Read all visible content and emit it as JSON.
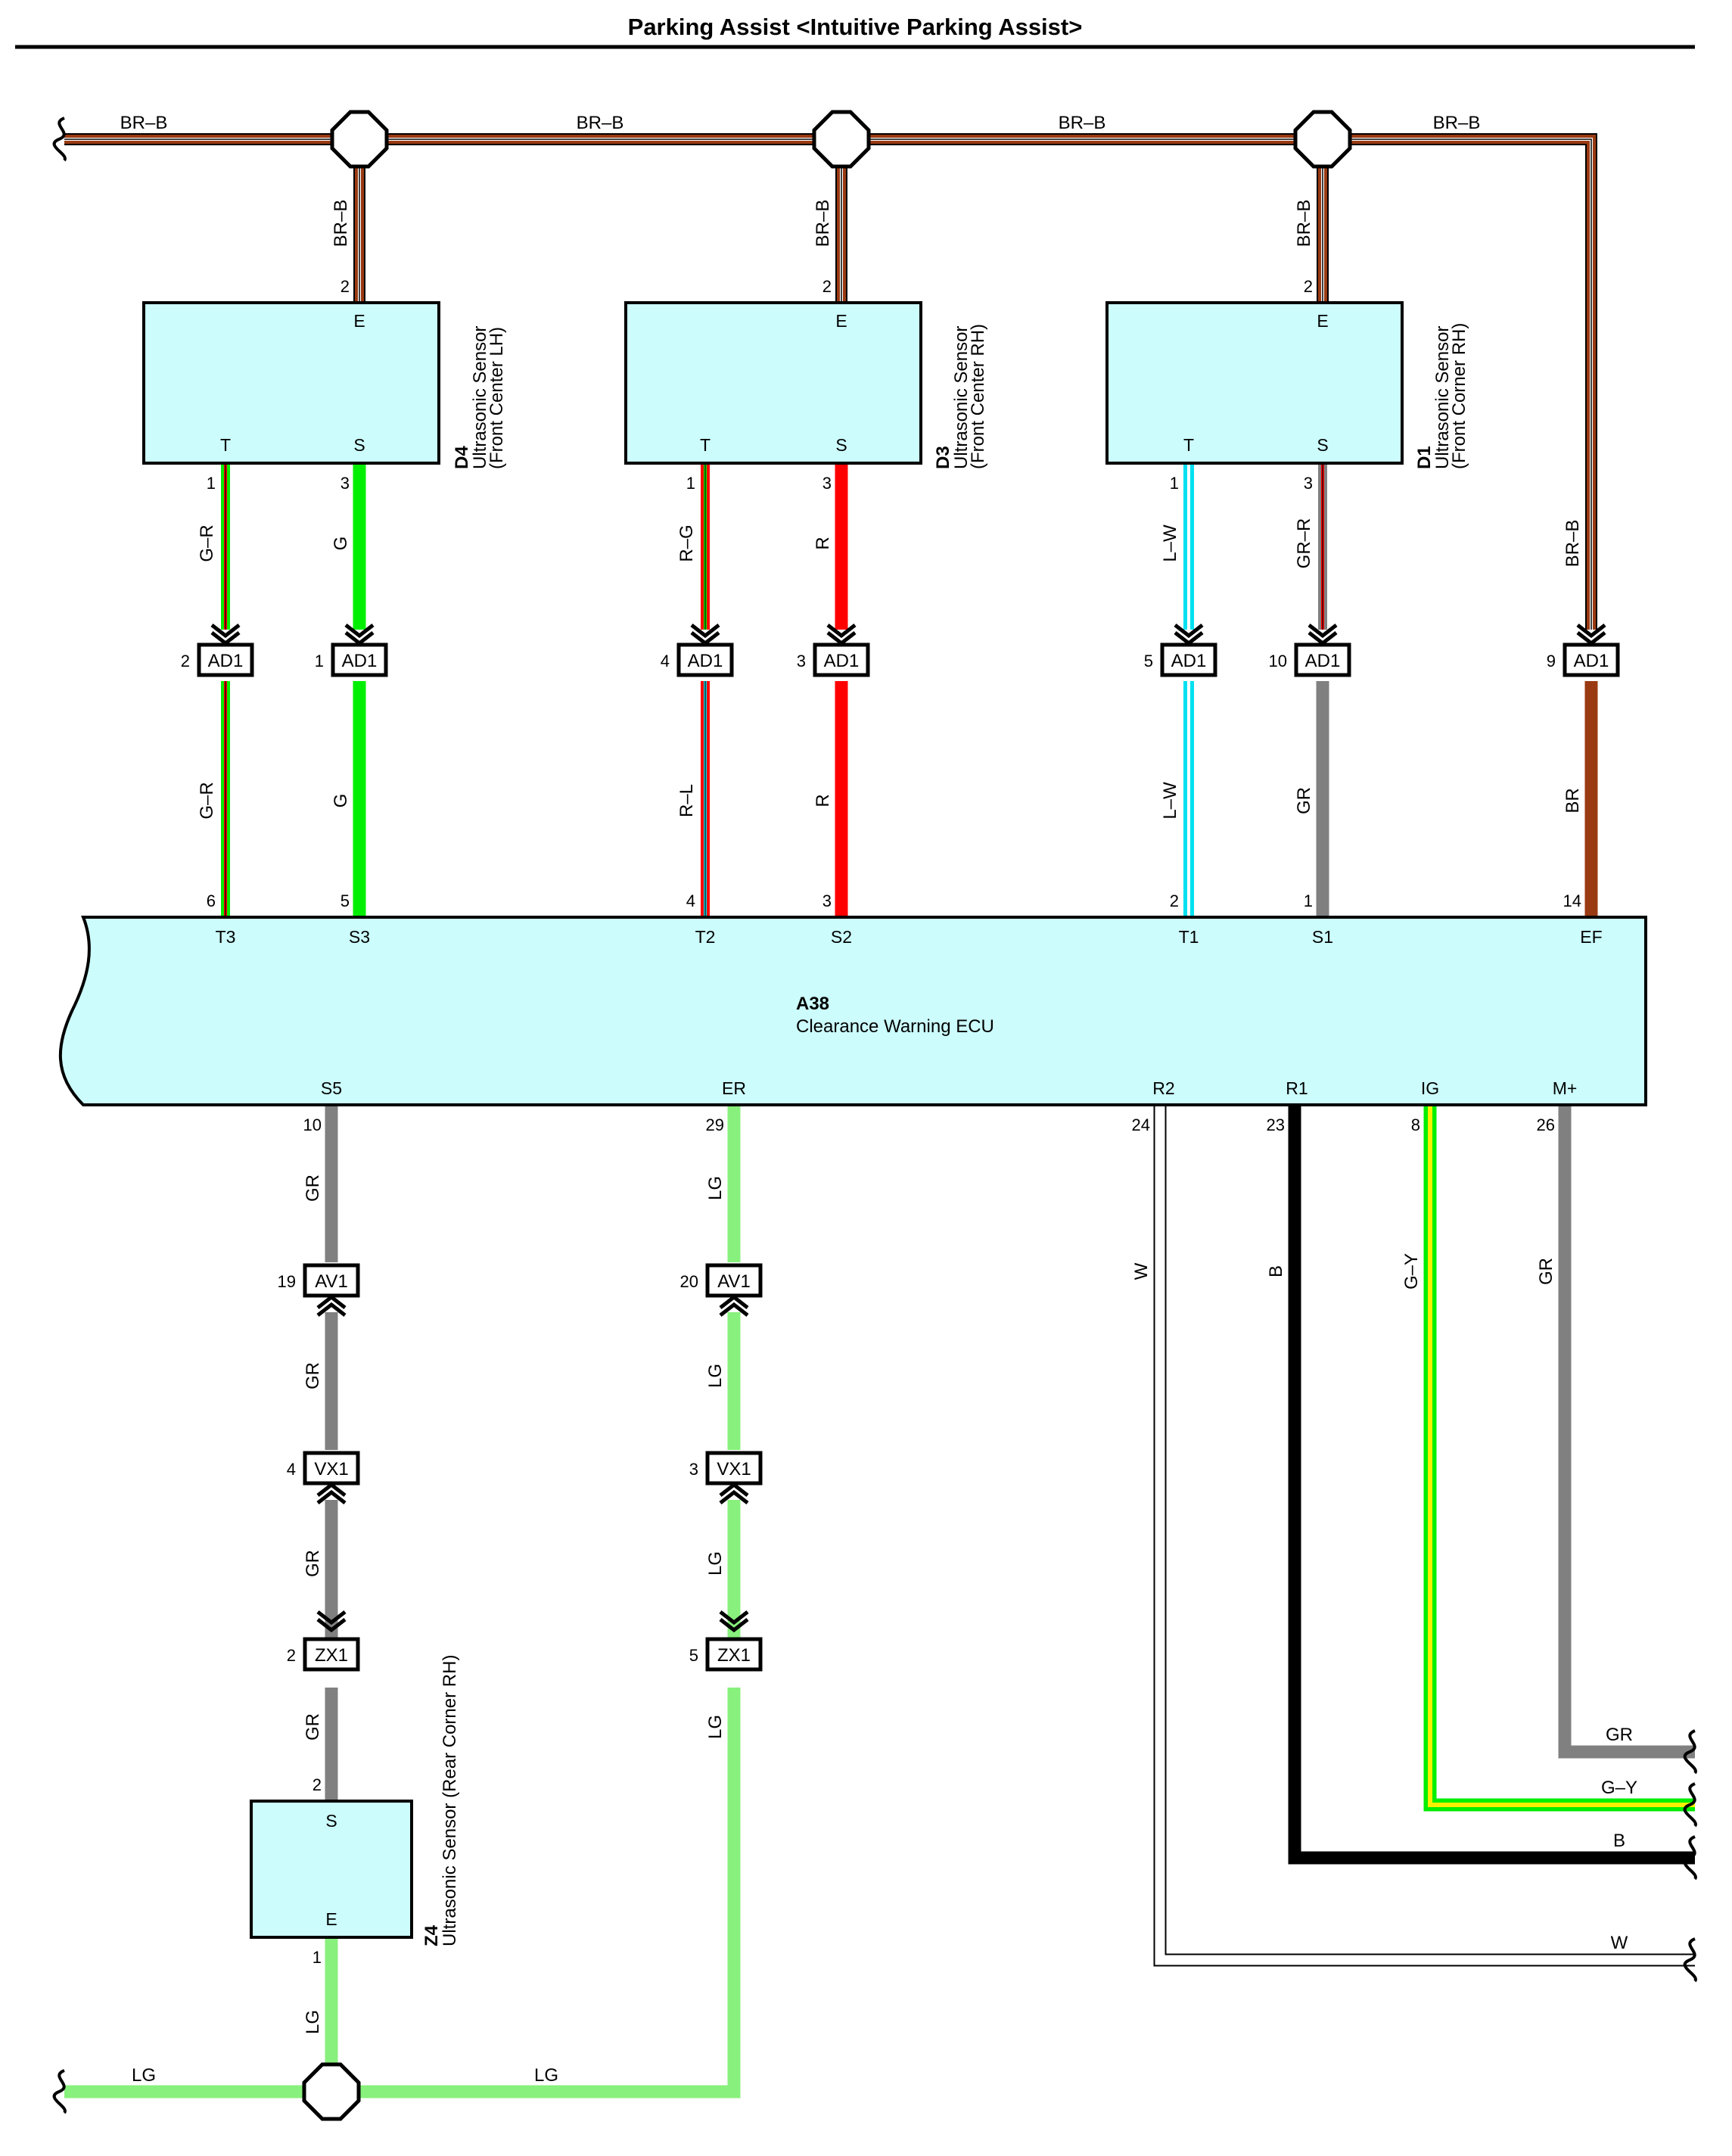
{
  "title": "Parking Assist <Intuitive Parking Assist>",
  "wire_colors": {
    "BR": "#9a3a12",
    "B": "#000000",
    "R": "#ff0000",
    "G": "#00ee00",
    "LG": "#88f07c",
    "GR": "#808080",
    "L": "#00e0f0",
    "W": "#ffffff",
    "Y": "#f8f000"
  },
  "box_fill": "#ccfcfc",
  "components": {
    "d4": {
      "id": "D4",
      "name_line1": "Ultrasonic Sensor",
      "name_line2": "(Front Center LH)",
      "term_e": "E",
      "term_t": "T",
      "term_s": "S"
    },
    "d3": {
      "id": "D3",
      "name_line1": "Ultrasonic Sensor",
      "name_line2": "(Front Center RH)",
      "term_e": "E",
      "term_t": "T",
      "term_s": "S"
    },
    "d1": {
      "id": "D1",
      "name_line1": "Ultrasonic Sensor",
      "name_line2": "(Front Corner RH)",
      "term_e": "E",
      "term_t": "T",
      "term_s": "S"
    },
    "z4": {
      "id": "Z4",
      "name": "Ultrasonic Sensor (Rear Corner RH)",
      "term_s": "S",
      "term_e": "E"
    },
    "a38": {
      "id": "A38",
      "name": "Clearance Warning ECU",
      "top_terms": [
        "T3",
        "S3",
        "T2",
        "S2",
        "T1",
        "S1",
        "EF"
      ],
      "bottom_terms": [
        "S5",
        "ER",
        "R2",
        "R1",
        "IG",
        "M+"
      ]
    }
  },
  "wire_labels": {
    "br_b": "BR–B",
    "g_r": "G–R",
    "g": "G",
    "r_g": "R–G",
    "r": "R",
    "l_w": "L–W",
    "gr_r": "GR–R",
    "r_l": "R–L",
    "gr": "GR",
    "br": "BR",
    "lg": "LG",
    "w": "W",
    "b": "B",
    "g_y": "G–Y"
  },
  "connectors": {
    "ad1": "AD1",
    "av1": "AV1",
    "vx1": "VX1",
    "zx1": "ZX1"
  },
  "pins": {
    "d4_e": "2",
    "d4_t": "1",
    "d4_s": "3",
    "d3_e": "2",
    "d3_t": "1",
    "d3_s": "3",
    "d1_e": "2",
    "d1_t": "1",
    "d1_s": "3",
    "ad1_1": "2",
    "ad1_2": "1",
    "ad1_3": "4",
    "ad1_4": "3",
    "ad1_5": "5",
    "ad1_6": "10",
    "ad1_7": "9",
    "a38_t3": "6",
    "a38_s3": "5",
    "a38_t2": "4",
    "a38_s2": "3",
    "a38_t1": "2",
    "a38_s1": "1",
    "a38_ef": "14",
    "a38_s5": "10",
    "a38_er": "29",
    "a38_r2": "24",
    "a38_r1": "23",
    "a38_ig": "8",
    "a38_mp": "26",
    "av1_a": "19",
    "av1_b": "20",
    "vx1_a": "4",
    "vx1_b": "3",
    "zx1_a": "2",
    "zx1_b": "5",
    "z4_s": "2",
    "z4_e": "1"
  }
}
